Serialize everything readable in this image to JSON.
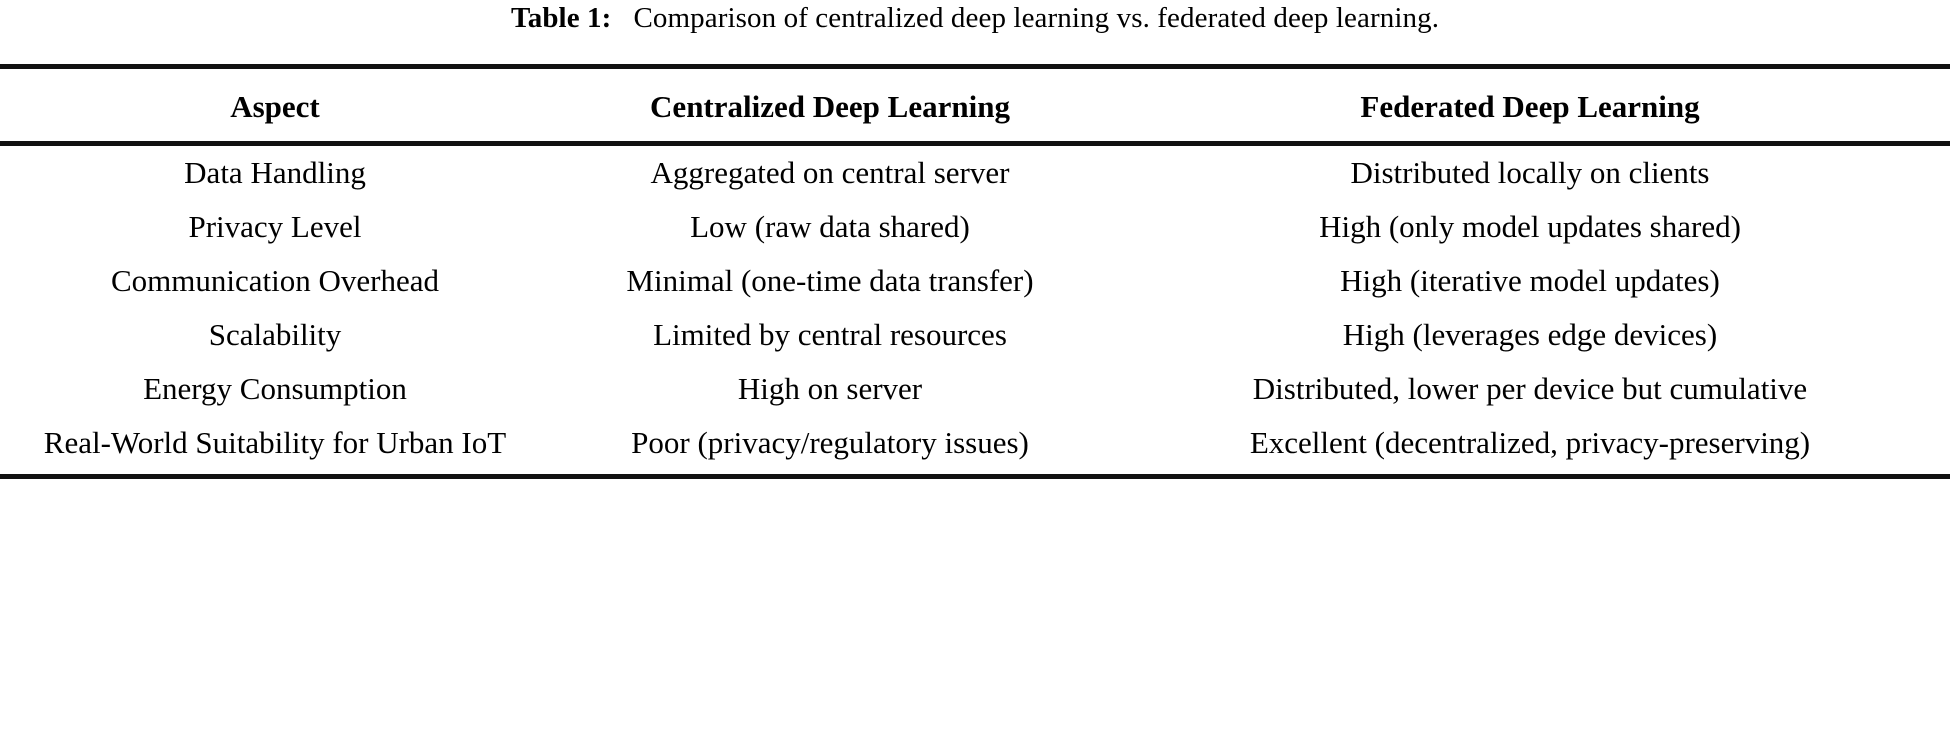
{
  "caption": {
    "label": "Table 1:",
    "text": "Comparison of centralized deep learning vs. federated deep learning."
  },
  "table": {
    "columns": [
      "Aspect",
      "Centralized Deep Learning",
      "Federated Deep Learning"
    ],
    "rows": [
      {
        "aspect": "Data Handling",
        "centralized": "Aggregated on central server",
        "federated": "Distributed locally on clients"
      },
      {
        "aspect": "Privacy Level",
        "centralized": "Low (raw data shared)",
        "federated": "High (only model updates shared)"
      },
      {
        "aspect": "Communication Overhead",
        "centralized": "Minimal (one-time data transfer)",
        "federated": "High (iterative model updates)"
      },
      {
        "aspect": "Scalability",
        "centralized": "Limited by central resources",
        "federated": "High (leverages edge devices)"
      },
      {
        "aspect": "Energy Consumption",
        "centralized": "High on server",
        "federated": "Distributed, lower per device but cumulative"
      },
      {
        "aspect": "Real-World Suitability for Urban IoT",
        "centralized": "Poor (privacy/regulatory issues)",
        "federated": "Excellent (decentralized, privacy-preserving)"
      }
    ]
  },
  "style": {
    "text_color": "#000000",
    "rule_color": "#111111",
    "background": "#ffffff"
  }
}
